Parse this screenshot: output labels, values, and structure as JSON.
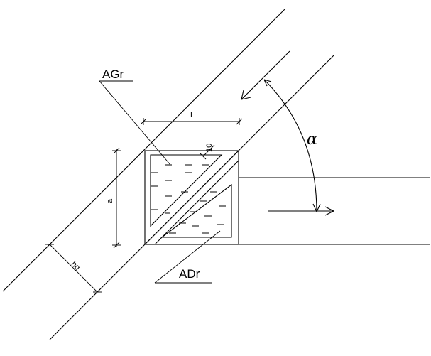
{
  "labels": {
    "agr": "AGr",
    "adr": "ADr",
    "length": "L",
    "gap": "10",
    "side": "a",
    "height": "hg",
    "angle": "α"
  }
}
